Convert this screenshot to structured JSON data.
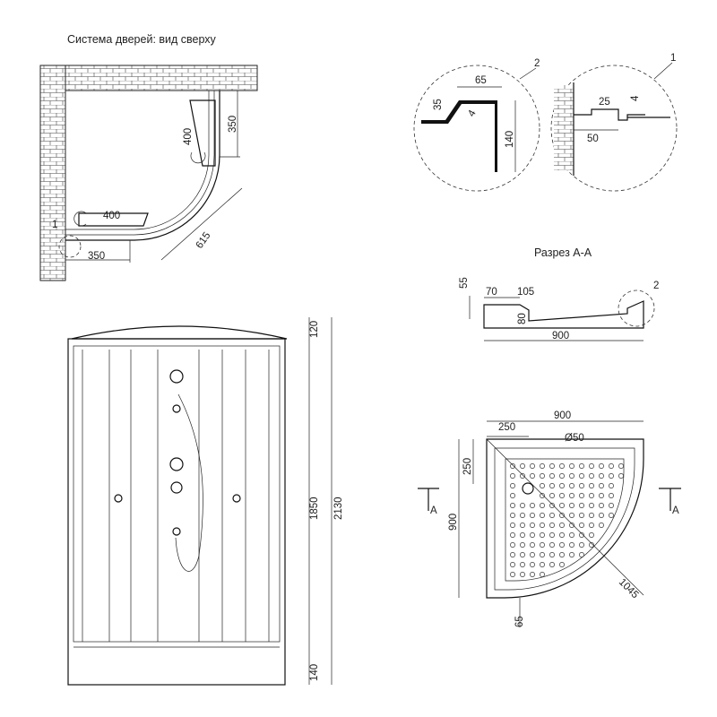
{
  "titles": {
    "top_view": "Система дверей: вид сверху",
    "section": "Разрез А-А"
  },
  "top_view": {
    "dims": [
      "350",
      "400",
      "400",
      "350",
      "615"
    ],
    "ref": "1"
  },
  "detail2": {
    "ref": "2",
    "dims": [
      "65",
      "35",
      "4",
      "140"
    ]
  },
  "detail1": {
    "ref": "1",
    "dims": [
      "25",
      "4",
      "50"
    ]
  },
  "section_aa": {
    "dims": [
      "55",
      "70",
      "105",
      "80",
      "900"
    ],
    "ref": "2"
  },
  "front_view": {
    "dims": [
      "120",
      "1850",
      "2130",
      "140"
    ]
  },
  "tray_plan": {
    "dims": [
      "900",
      "250",
      "Ø50",
      "250",
      "900",
      "1045",
      "65"
    ],
    "cut_label_left": "A",
    "cut_label_right": "A"
  }
}
